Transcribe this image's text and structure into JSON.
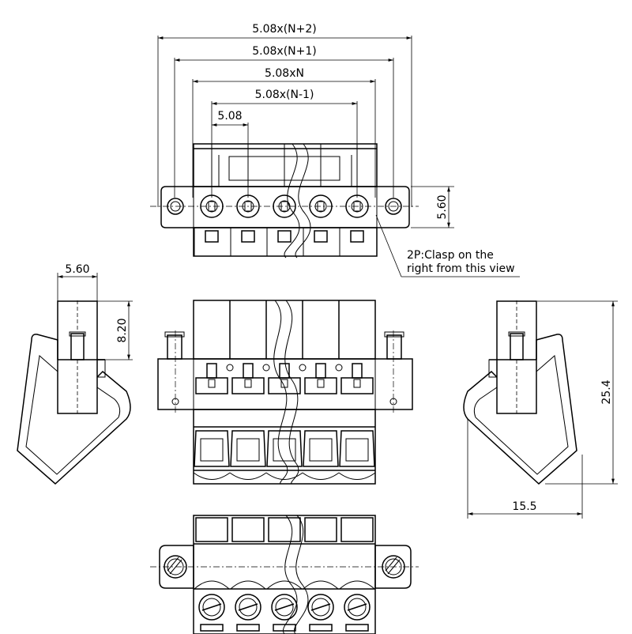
{
  "dimensions": {
    "pitch_n_plus_2": "5.08x(N+2)",
    "pitch_n_plus_1": "5.08x(N+1)",
    "pitch_n": "5.08xN",
    "pitch_n_minus_1": "5.08x(N-1)",
    "pitch": "5.08",
    "flange_height_front": "5.60",
    "flange_width_side": "5.60",
    "flange_height_side": "8.20",
    "overall_height": "25.4",
    "overall_depth": "15.5"
  },
  "notes": {
    "clasp_line1": "2P:Clasp on the",
    "clasp_line2": "right from this view"
  },
  "colors": {
    "line": "#000000",
    "background": "#ffffff"
  }
}
